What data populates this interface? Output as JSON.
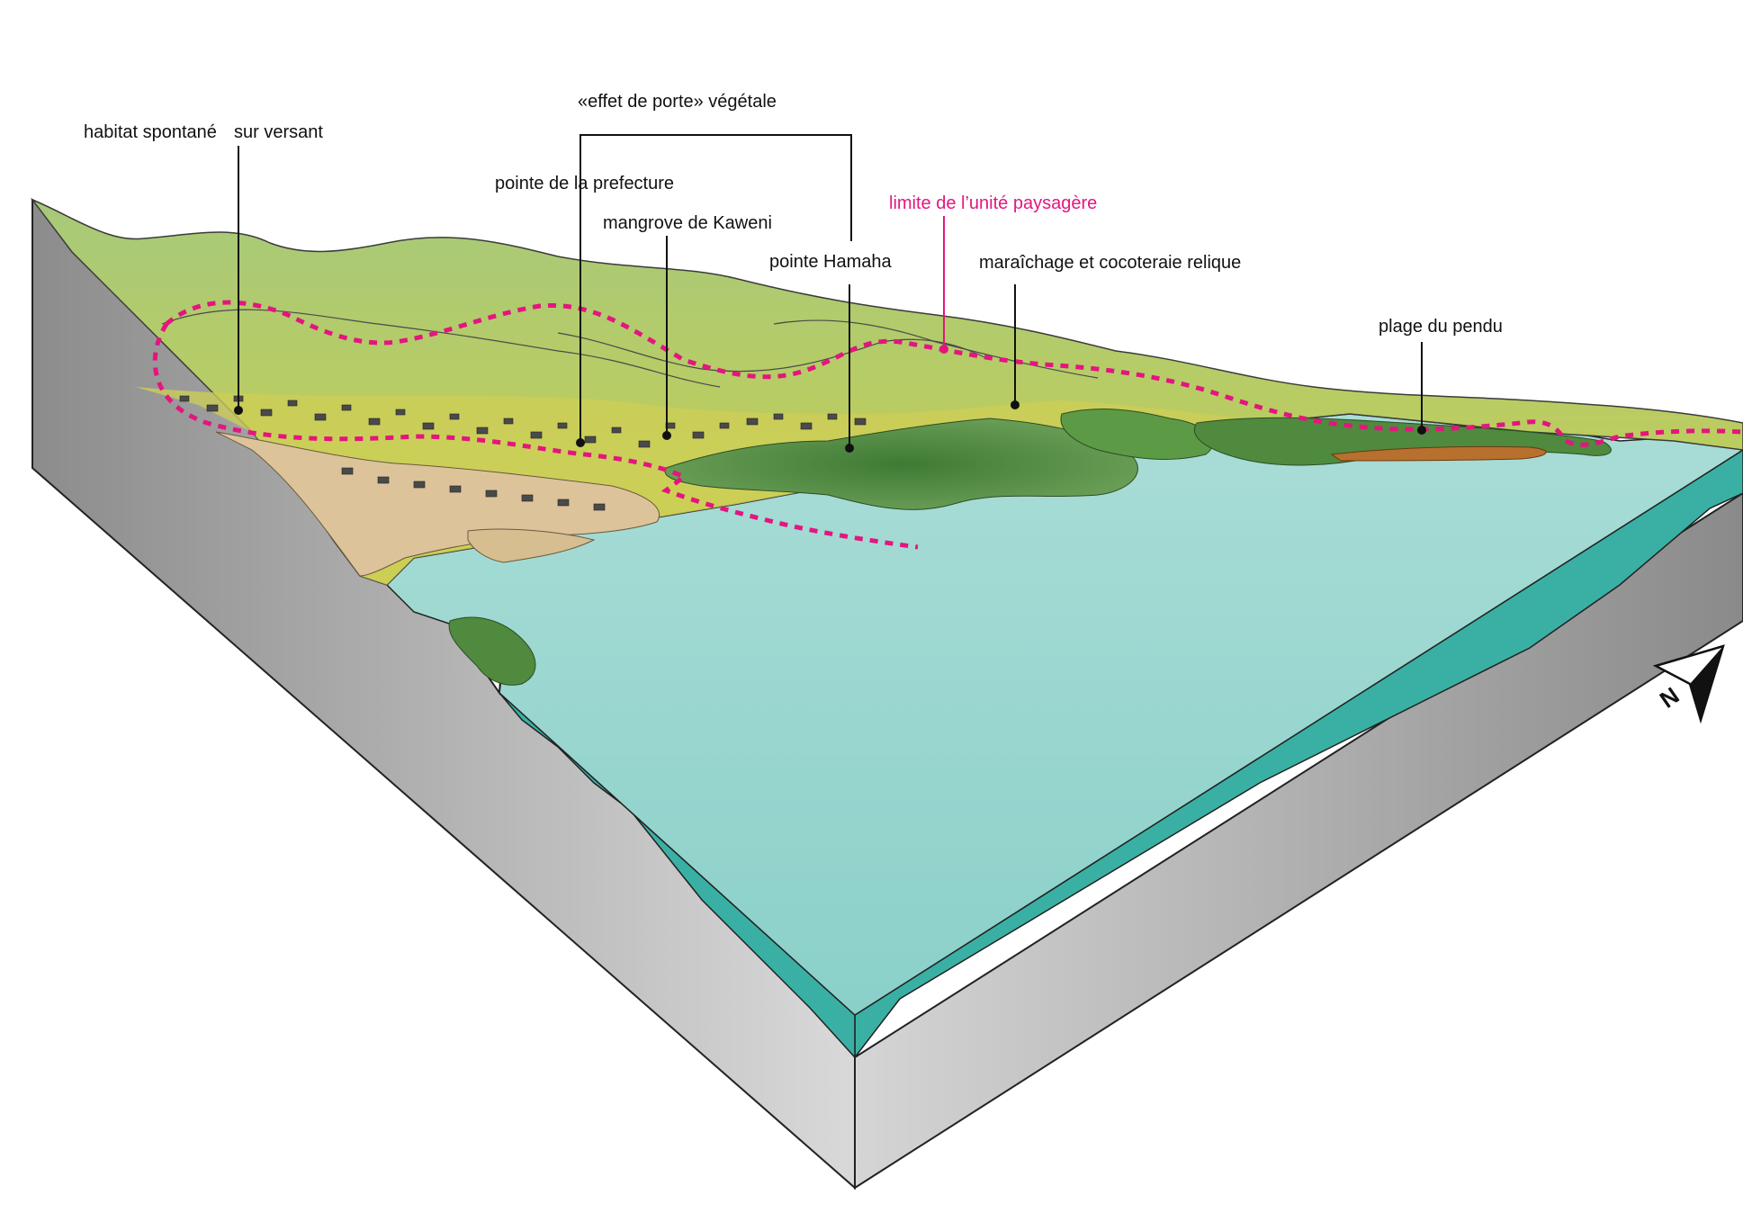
{
  "labels": {
    "habitat": "habitat spontané",
    "versant": "sur versant",
    "effet_porte": "«effet de porte» végétale",
    "prefecture": "pointe de la prefecture",
    "kaweni": "mangrove de Kaweni",
    "limite": "limite de l’unité paysagère",
    "hamaha": "pointe Hamaha",
    "maraichage": "maraîchage et cocoteraie relique",
    "pendu": "plage du pendu"
  },
  "compass": {
    "letter": "N"
  },
  "colors": {
    "boundary": "#e4157f",
    "sea": "#8fd3cc",
    "sea_edge": "#3cb3a8",
    "rock": "#c2c2c2",
    "rock_dark": "#8a8a8a",
    "hill": "#b8cc62",
    "forest": "#4f8a3e",
    "sand": "#dcc7a2"
  }
}
